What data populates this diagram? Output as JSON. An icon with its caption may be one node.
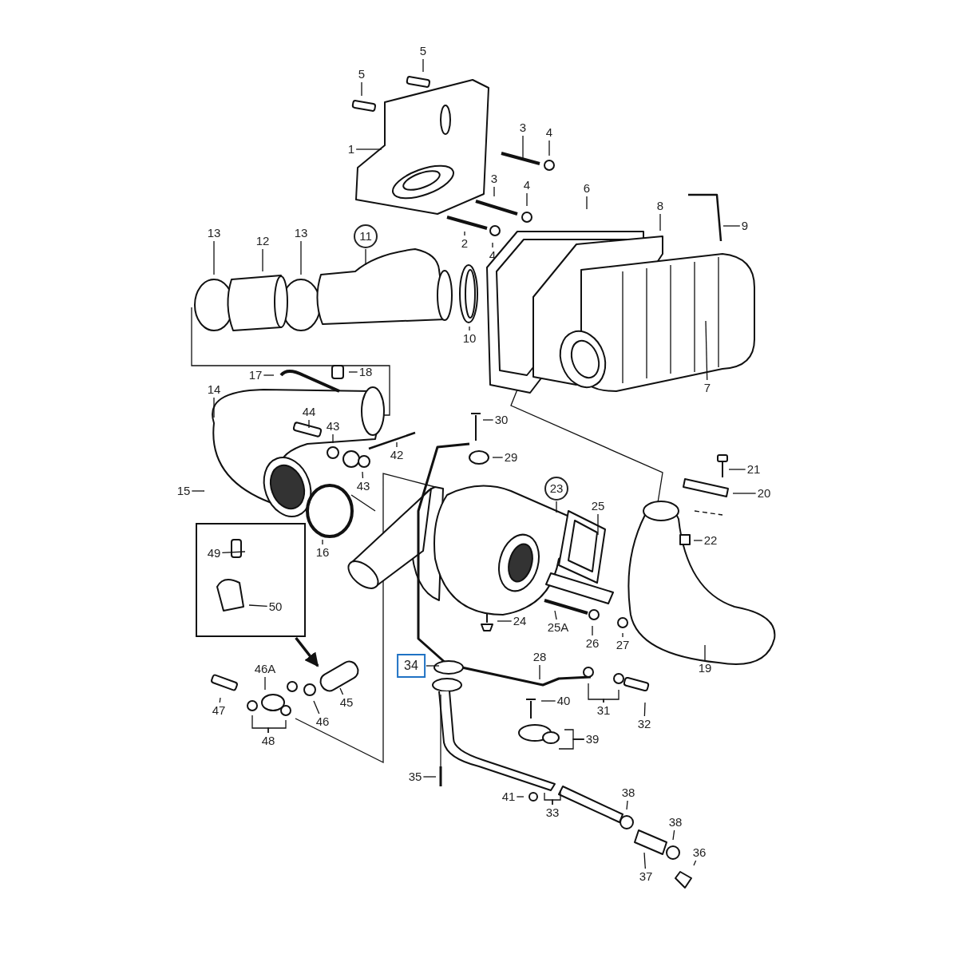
{
  "diagram": {
    "nodes": [
      {
        "text": [
          "5"
        ]
      },
      {
        "text": [
          "5"
        ]
      },
      {
        "text": [
          "1"
        ]
      },
      {
        "text": [
          "3"
        ]
      },
      {
        "text": [
          "4"
        ]
      },
      {
        "text": [
          "3"
        ]
      },
      {
        "text": [
          "4"
        ]
      },
      {
        "text": [
          "2"
        ]
      },
      {
        "text": [
          "4"
        ]
      },
      {
        "text": [
          "6"
        ]
      },
      {
        "text": [
          "8"
        ]
      },
      {
        "text": [
          "9"
        ]
      },
      {
        "text": [
          "7"
        ]
      },
      {
        "text": [
          "13"
        ]
      },
      {
        "text": [
          "12"
        ]
      },
      {
        "text": [
          "13"
        ]
      },
      {
        "text": [
          "11"
        ]
      },
      {
        "text": [
          "10"
        ]
      },
      {
        "text": [
          "17"
        ]
      },
      {
        "text": [
          "18"
        ]
      },
      {
        "text": [
          "14"
        ]
      },
      {
        "text": [
          "44"
        ]
      },
      {
        "text": [
          "43"
        ]
      },
      {
        "text": [
          "42"
        ]
      },
      {
        "text": [
          "43"
        ]
      },
      {
        "text": [
          "15"
        ]
      },
      {
        "text": [
          "16"
        ]
      },
      {
        "text": [],
        "shape": "box"
      },
      {
        "text": [
          "49"
        ],
        "in": 27
      },
      {
        "text": [
          "50"
        ],
        "in": 27
      },
      {
        "text": [
          "30"
        ]
      },
      {
        "text": [
          "29"
        ]
      },
      {
        "text": [
          "23"
        ]
      },
      {
        "text": [
          "25"
        ]
      },
      {
        "text": [
          "21"
        ]
      },
      {
        "text": [
          "20"
        ]
      },
      {
        "text": [
          "22"
        ]
      },
      {
        "text": [
          "25A"
        ]
      },
      {
        "text": [
          "26"
        ]
      },
      {
        "text": [
          "27"
        ]
      },
      {
        "text": [
          "24"
        ]
      },
      {
        "text": [
          "34"
        ]
      },
      {
        "text": [
          "28"
        ]
      },
      {
        "text": [
          "19"
        ]
      },
      {
        "text": [
          "31"
        ]
      },
      {
        "text": [
          "32"
        ]
      },
      {
        "text": [
          "40"
        ]
      },
      {
        "text": [
          "39"
        ]
      },
      {
        "text": [
          "35"
        ]
      },
      {
        "text": [
          "41"
        ]
      },
      {
        "text": [
          "33"
        ]
      },
      {
        "text": [
          "38"
        ]
      },
      {
        "text": [
          "38"
        ]
      },
      {
        "text": [
          "36"
        ]
      },
      {
        "text": [
          "37"
        ]
      },
      {
        "text": [
          "45"
        ]
      },
      {
        "text": [
          "46"
        ]
      },
      {
        "text": [
          "46A"
        ]
      },
      {
        "text": [
          "47"
        ]
      },
      {
        "text": [
          "48"
        ]
      }
    ],
    "edges": [
      {
        "from": 0,
        "to": null,
        "arrow": "none"
      },
      {
        "from": 1,
        "to": null,
        "arrow": "none"
      },
      {
        "from": 2,
        "to": null,
        "arrow": "none"
      },
      {
        "from": 3,
        "to": null,
        "arrow": "none"
      },
      {
        "from": 4,
        "to": null,
        "arrow": "none"
      },
      {
        "from": 5,
        "to": null,
        "arrow": "none"
      },
      {
        "from": 6,
        "to": null,
        "arrow": "none"
      },
      {
        "from": 7,
        "to": null,
        "arrow": "none"
      },
      {
        "from": 8,
        "to": null,
        "arrow": "none"
      },
      {
        "from": 9,
        "to": null,
        "arrow": "none"
      },
      {
        "from": 10,
        "to": null,
        "arrow": "none"
      },
      {
        "from": 11,
        "to": null,
        "arrow": "none"
      },
      {
        "from": 12,
        "to": null,
        "arrow": "none"
      },
      {
        "from": 13,
        "to": null,
        "arrow": "none"
      },
      {
        "from": 14,
        "to": null,
        "arrow": "none"
      },
      {
        "from": 15,
        "to": null,
        "arrow": "none"
      },
      {
        "from": 16,
        "to": null,
        "arrow": "none"
      },
      {
        "from": 17,
        "to": null,
        "arrow": "none"
      },
      {
        "from": 18,
        "to": null,
        "arrow": "none"
      },
      {
        "from": 19,
        "to": null,
        "arrow": "none"
      },
      {
        "from": 20,
        "to": null,
        "arrow": "none"
      },
      {
        "from": 21,
        "to": null,
        "arrow": "none"
      },
      {
        "from": 22,
        "to": null,
        "arrow": "none"
      },
      {
        "from": 23,
        "to": null,
        "arrow": "none"
      },
      {
        "from": 24,
        "to": null,
        "arrow": "none"
      },
      {
        "from": 25,
        "to": null,
        "arrow": "none"
      },
      {
        "from": 26,
        "to": null,
        "arrow": "none"
      },
      {
        "from": 27,
        "to": null,
        "arrow": "to",
        "style": "thick"
      },
      {
        "from": 28,
        "to": null,
        "arrow": "none"
      },
      {
        "from": 29,
        "to": null,
        "arrow": "none"
      },
      {
        "from": 30,
        "to": null,
        "arrow": "none"
      },
      {
        "from": 31,
        "to": null,
        "arrow": "none"
      },
      {
        "from": 32,
        "to": null,
        "arrow": "none"
      },
      {
        "from": 33,
        "to": null,
        "arrow": "none"
      },
      {
        "from": 34,
        "to": null,
        "arrow": "none"
      },
      {
        "from": 35,
        "to": null,
        "arrow": "none"
      },
      {
        "from": 36,
        "to": null,
        "arrow": "none"
      },
      {
        "from": 37,
        "to": null,
        "arrow": "none"
      },
      {
        "from": 38,
        "to": null,
        "arrow": "none"
      },
      {
        "from": 39,
        "to": null,
        "arrow": "none"
      },
      {
        "from": 40,
        "to": null,
        "arrow": "none"
      },
      {
        "from": 41,
        "to": null,
        "arrow": "none"
      },
      {
        "from": 42,
        "to": null,
        "arrow": "none"
      },
      {
        "from": 43,
        "to": null,
        "arrow": "none"
      },
      {
        "from": 44,
        "to": null,
        "arrow": "none"
      },
      {
        "from": 44,
        "to": null,
        "arrow": "none"
      },
      {
        "from": 45,
        "to": null,
        "arrow": "none"
      },
      {
        "from": 46,
        "to": null,
        "arrow": "none"
      },
      {
        "from": 47,
        "to": null,
        "arrow": "none"
      },
      {
        "from": 47,
        "to": null,
        "arrow": "none"
      },
      {
        "from": 48,
        "to": null,
        "arrow": "none"
      },
      {
        "from": 49,
        "to": null,
        "arrow": "none"
      },
      {
        "from": 50,
        "to": null,
        "arrow": "none"
      },
      {
        "from": 50,
        "to": null,
        "arrow": "none"
      },
      {
        "from": 51,
        "to": null,
        "arrow": "none"
      },
      {
        "from": 52,
        "to": null,
        "arrow": "none"
      },
      {
        "from": 53,
        "to": null,
        "arrow": "none"
      },
      {
        "from": 54,
        "to": null,
        "arrow": "none"
      },
      {
        "from": 55,
        "to": null,
        "arrow": "none"
      },
      {
        "from": 56,
        "to": null,
        "arrow": "none"
      },
      {
        "from": 57,
        "to": null,
        "arrow": "none"
      },
      {
        "from": 58,
        "to": null,
        "arrow": "none"
      },
      {
        "from": 59,
        "to": null,
        "arrow": "none"
      },
      {
        "from": 59,
        "to": null,
        "arrow": "none"
      }
    ]
  }
}
